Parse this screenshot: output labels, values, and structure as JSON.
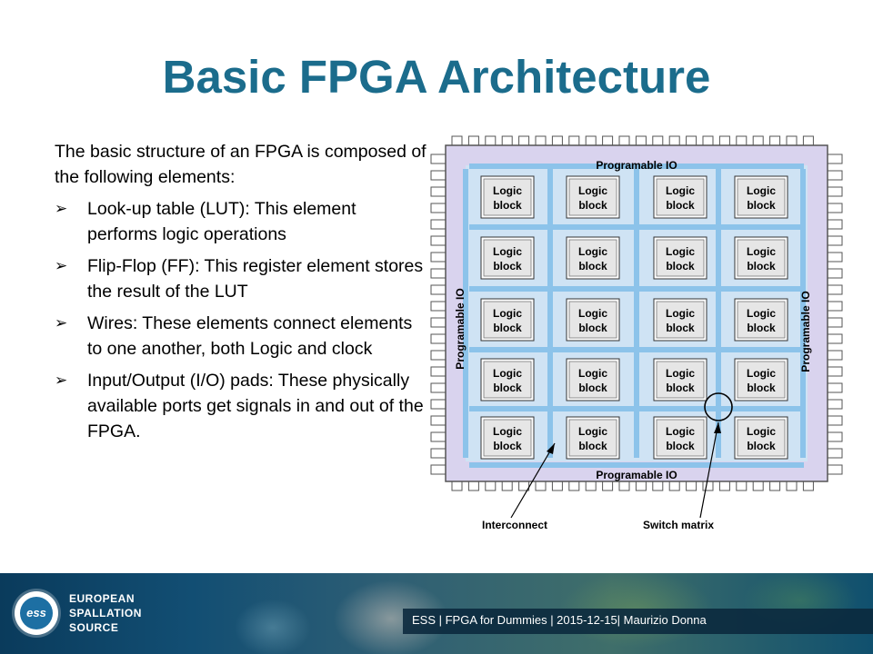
{
  "slide": {
    "title": "Basic FPGA Architecture",
    "intro": "The basic structure of an FPGA is composed of the following elements:",
    "bullets": [
      {
        "text": "Look-up table (LUT): This element performs logic operations"
      },
      {
        "text": "Flip-Flop (FF): This register element stores the result of the LUT"
      },
      {
        "text": "Wires: These elements connect elements to one another, both Logic and clock"
      },
      {
        "text": "Input/Output (I/O) pads: These physically available ports get signals in and out of the FPGA."
      }
    ],
    "bullet_glyph": "➢"
  },
  "diagram": {
    "io_label": "Programable IO",
    "block_label_line1": "Logic",
    "block_label_line2": "block",
    "interconnect_label": "Interconnect",
    "switch_matrix_label": "Switch matrix",
    "rows": 5,
    "cols": 4,
    "colors": {
      "chip_outline": "#555555",
      "chip_fill": "#d9d3ee",
      "core_fill": "#cfe3f4",
      "wire": "#8cc3ea",
      "block_fill": "#e6e6e6",
      "text": "#000000"
    }
  },
  "footer": {
    "logo_text": "ess",
    "org_line1": "EUROPEAN",
    "org_line2": "SPALLATION",
    "org_line3": "SOURCE",
    "caption": "ESS | FPGA for Dummies |  2015-12-15|  Maurizio Donna"
  }
}
